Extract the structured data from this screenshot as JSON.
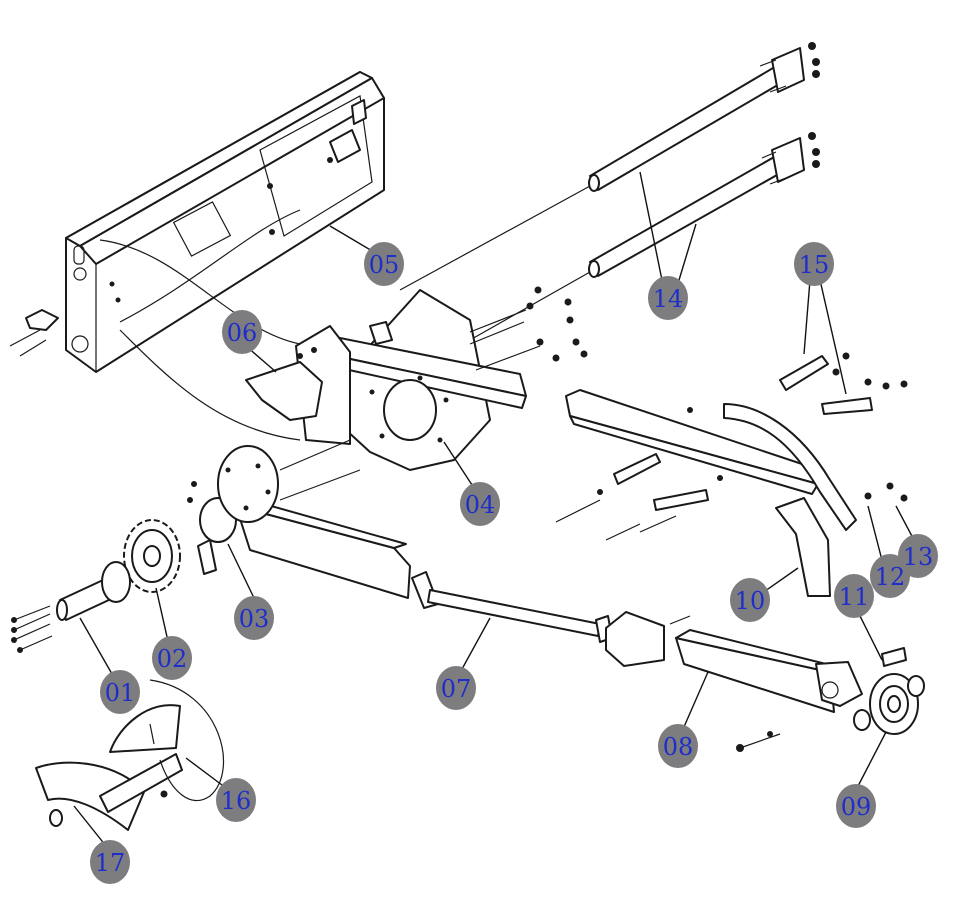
{
  "colors": {
    "badge_fill": "#7d7d80",
    "badge_text": "#1f2ec9",
    "line": "#1a1a1a"
  },
  "callouts": [
    {
      "id": "01",
      "label": "01"
    },
    {
      "id": "02",
      "label": "02"
    },
    {
      "id": "03",
      "label": "03"
    },
    {
      "id": "04",
      "label": "04"
    },
    {
      "id": "05",
      "label": "05"
    },
    {
      "id": "06",
      "label": "06"
    },
    {
      "id": "07",
      "label": "07"
    },
    {
      "id": "08",
      "label": "08"
    },
    {
      "id": "09",
      "label": "09"
    },
    {
      "id": "10",
      "label": "10"
    },
    {
      "id": "11",
      "label": "11"
    },
    {
      "id": "12",
      "label": "12"
    },
    {
      "id": "13",
      "label": "13"
    },
    {
      "id": "14",
      "label": "14"
    },
    {
      "id": "15",
      "label": "15"
    },
    {
      "id": "16",
      "label": "16"
    },
    {
      "id": "17",
      "label": "17"
    }
  ]
}
